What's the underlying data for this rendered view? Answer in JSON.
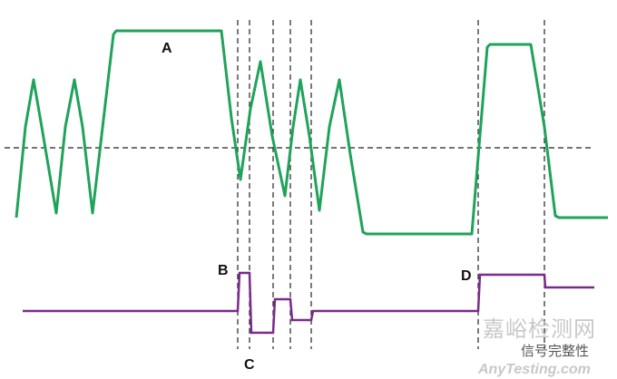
{
  "labels": {
    "a": "A",
    "b": "B",
    "c": "C",
    "d": "D"
  },
  "watermark": {
    "site_cn": "嘉峪检测网",
    "site_en": "AnyTesting.com",
    "account": "信号完整性"
  },
  "colors": {
    "signal": "#1fa35a",
    "crosstalk": "#7b2a8c",
    "guides": "#222222"
  }
}
